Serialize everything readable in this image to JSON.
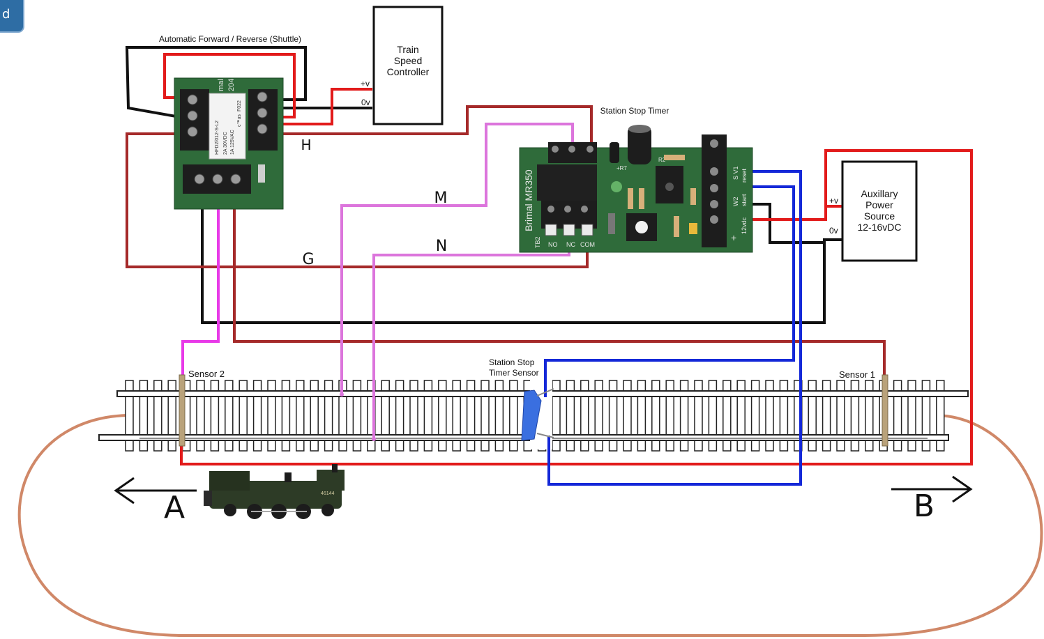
{
  "corner_badge": "d",
  "shuttle": {
    "title": "Automatic Forward / Reverse (Shuttle)",
    "board_brand": "mal",
    "board_model": "204",
    "relay_lines": [
      "HFD2/012-S-L2",
      "2A 30VDC",
      "1A 125VAC"
    ],
    "relay_mark": "c™us",
    "relay_code": "F022"
  },
  "speed_controller": {
    "lines": [
      "Train",
      "Speed",
      "Controller"
    ],
    "plus": "+v",
    "zero": "0v"
  },
  "timer": {
    "title": "Station Stop Timer",
    "board_name": "Brimal MR350",
    "tb": "TB2",
    "terminals": [
      "NO",
      "NC",
      "COM"
    ],
    "side_labels": [
      "S V1",
      "reset",
      "W2",
      "start",
      "12vdc"
    ],
    "plus_sign": "+",
    "small_marks": [
      "+R7",
      "R2"
    ]
  },
  "aux_power": {
    "lines": [
      "Auxillary",
      "Power",
      "Source",
      "12-16vDC"
    ],
    "plus": "+v",
    "zero": "0v"
  },
  "wire_labels": {
    "h": "H",
    "m": "M",
    "n": "N",
    "g": "G"
  },
  "sensors": {
    "sensor2": "Sensor 2",
    "sensor1": "Sensor 1",
    "timer_sensor": [
      "Station Stop",
      "Timer Sensor"
    ]
  },
  "directions": {
    "a": "A",
    "b": "B"
  },
  "loco_number": "46144",
  "colors": {
    "black_wire": "#111111",
    "red_wire": "#e21b1b",
    "darkred_wire": "#a52a2a",
    "pink_wire": "#dc75dc",
    "magenta_wire": "#e83ae8",
    "blue_wire": "#1428d8",
    "track_loop": "#d08868",
    "board_green": "#2f6b3a"
  }
}
